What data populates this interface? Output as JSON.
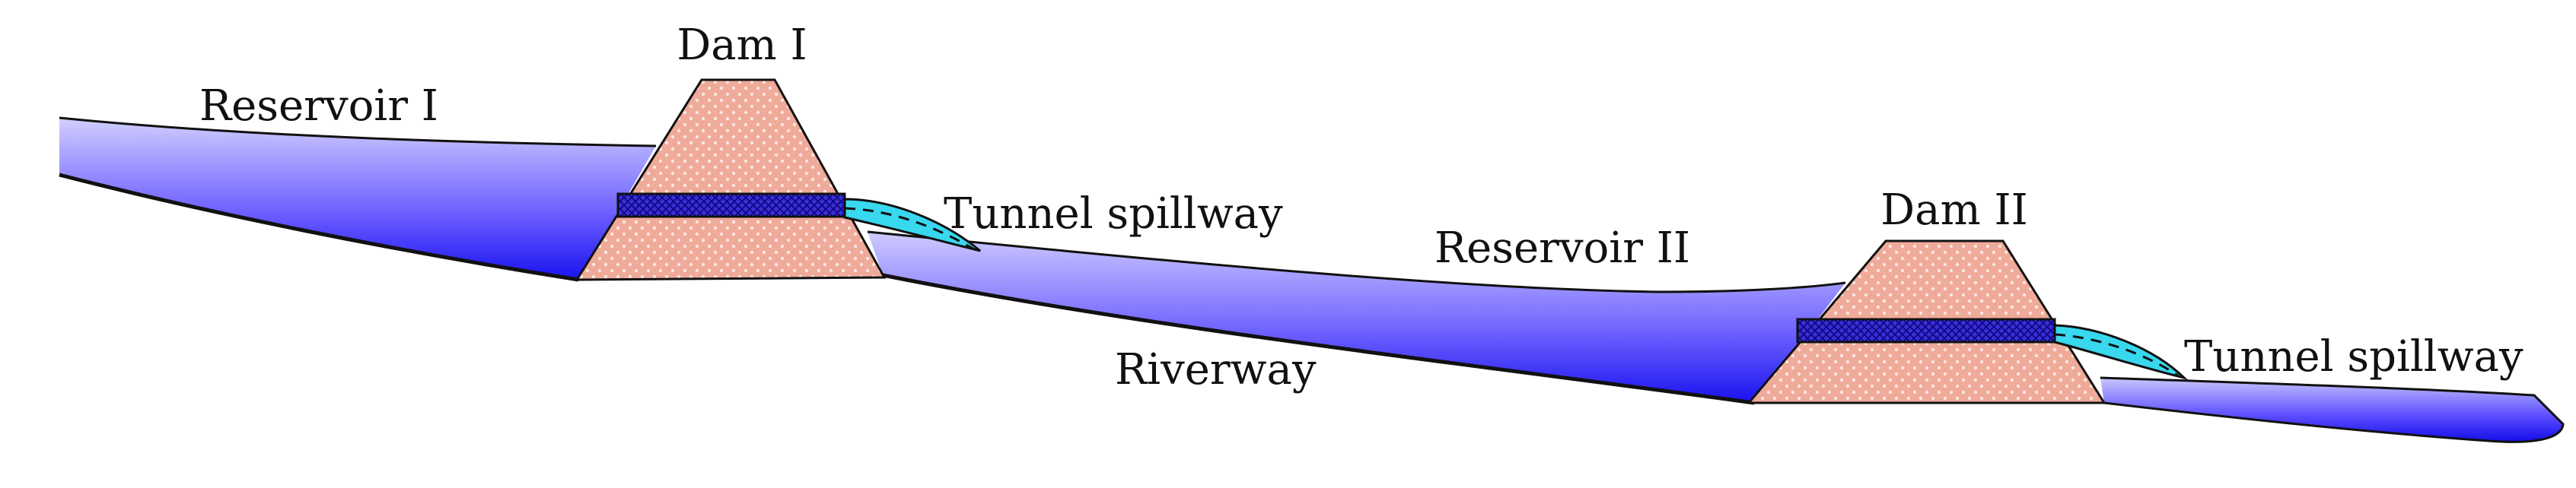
{
  "labels": {
    "dam1": "Dam I",
    "dam2": "Dam II",
    "reservoir1": "Reservoir I",
    "reservoir2": "Reservoir II",
    "spillway1": "Tunnel spillway",
    "spillway2": "Tunnel spillway",
    "riverway": "Riverway"
  },
  "colors": {
    "water_dark": "#1a12f0",
    "water_light": "#c9c6ff",
    "dam_fill": "#efaa9a",
    "dam_core": "#2e22d0",
    "spillway": "#38d8ef",
    "outline": "#111111"
  }
}
